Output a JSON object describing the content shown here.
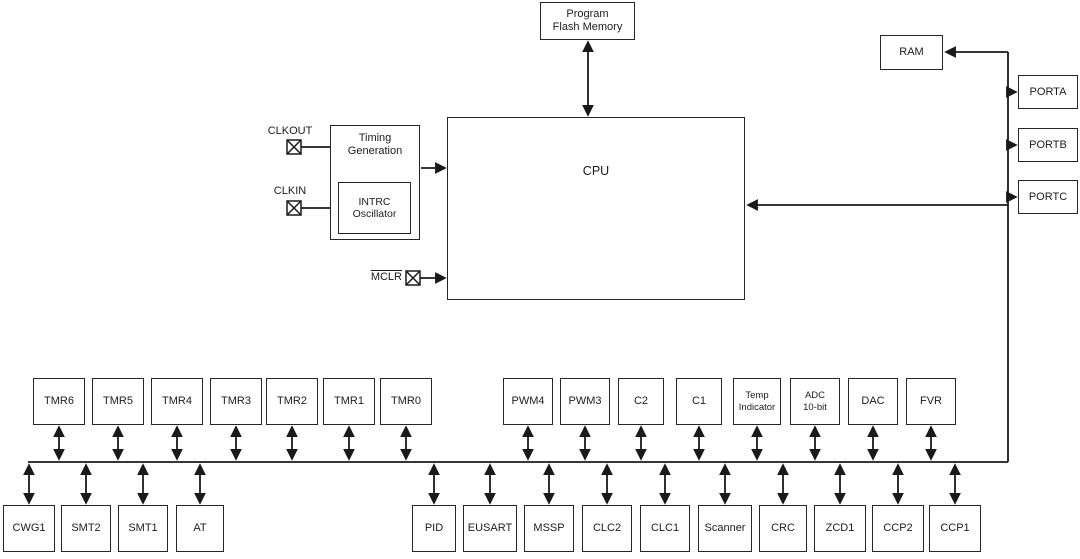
{
  "colors": {
    "ink": "#1a1a1a",
    "background": "#ffffff"
  },
  "diagram": {
    "blocks": {
      "program_flash": "Program\nFlash Memory",
      "ram": "RAM",
      "cpu": "CPU",
      "timing": "Timing\nGeneration",
      "intrc": "INTRC\nOscillator",
      "porta": "PORTA",
      "portb": "PORTB",
      "portc": "PORTC"
    },
    "pins": {
      "clkout": "CLKOUT",
      "clkin": "CLKIN",
      "mclr": "MCLR"
    },
    "peripherals_row1": [
      "TMR6",
      "TMR5",
      "TMR4",
      "TMR3",
      "TMR2",
      "TMR1",
      "TMR0",
      "PWM4",
      "PWM3",
      "C2",
      "C1",
      "Temp\nIndicator",
      "ADC\n10-bit",
      "DAC",
      "FVR"
    ],
    "peripherals_row2": [
      "CWG1",
      "SMT2",
      "SMT1",
      "AT",
      "PID",
      "EUSART",
      "MSSP",
      "CLC2",
      "CLC1",
      "Scanner",
      "CRC",
      "ZCD1",
      "CCP2",
      "CCP1"
    ]
  }
}
